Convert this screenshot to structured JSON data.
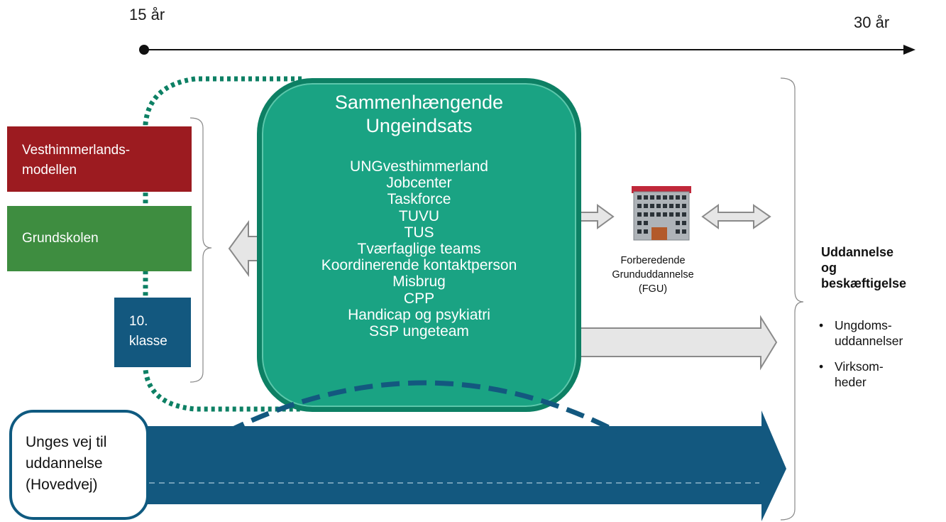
{
  "timeline": {
    "start_label": "15 år",
    "end_label": "30 år"
  },
  "left_boxes": [
    {
      "label": "Vesthimmerlands-\nmodellen",
      "color": "#9c1b20"
    },
    {
      "label": "Grundskolen",
      "color": "#3e8d40"
    },
    {
      "label": "10.\nklasse",
      "color": "#13587f"
    }
  ],
  "center": {
    "title_line1": "Sammenhængende",
    "title_line2": "Ungeindsats",
    "items": [
      "UNGvesthimmerland",
      "Jobcenter",
      "Taskforce",
      "TUVU",
      "TUS",
      "Tværfaglige teams",
      "Koordinerende kontaktperson",
      "Misbrug",
      "CPP",
      "Handicap og psykiatri",
      "SSP ungeteam"
    ],
    "fill_color": "#1aa383"
  },
  "fgu": {
    "line1": "Forberedende",
    "line2": "Grunduddannelse",
    "line3": "(FGU)"
  },
  "right": {
    "heading_line1": "Uddannelse",
    "heading_line2": "og",
    "heading_line3": "beskæftigelse",
    "items": [
      "Ungdoms-\nuddannelser",
      "Virksom-\nheder"
    ]
  },
  "main_path": {
    "label": "Unges vej til\nuddannelse\n(Hovedvej)",
    "color": "#13587f"
  },
  "icons": [
    "building-icon",
    "double-arrow-icon"
  ]
}
